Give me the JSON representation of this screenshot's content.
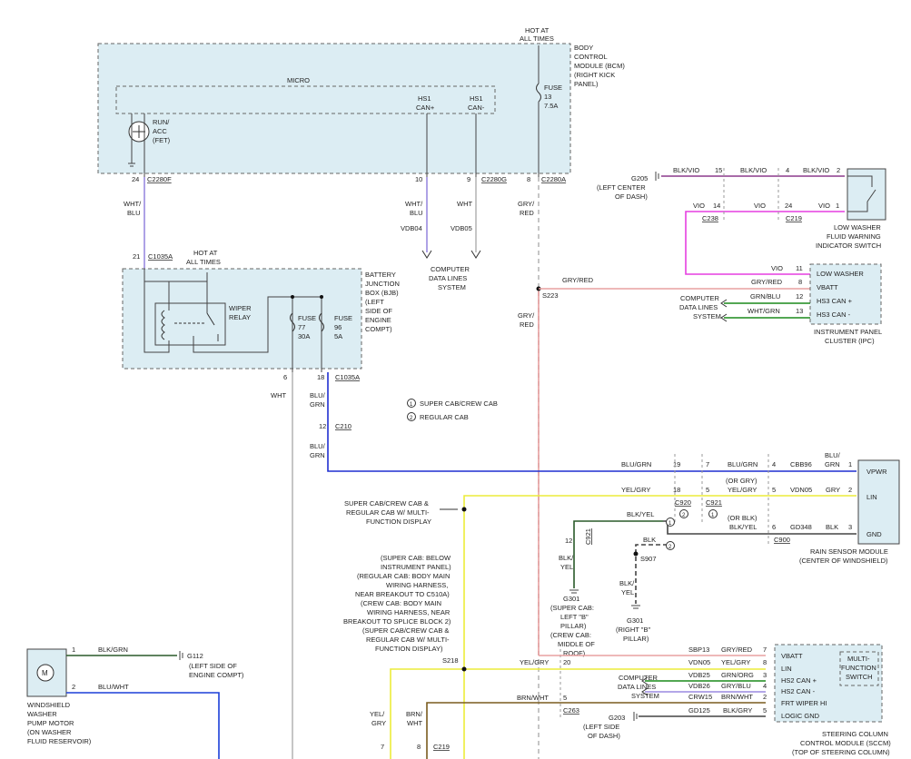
{
  "bcm": {
    "hot_line1": "HOT AT",
    "hot_line2": "ALL TIMES",
    "name1": "BODY",
    "name2": "CONTROL",
    "name3": "MODULE (BCM)",
    "name4": "(RIGHT KICK",
    "name5": "PANEL)",
    "micro": "MICRO",
    "run1": "RUN/",
    "run2": "ACC",
    "run3": "(FET)",
    "hs1p1": "HS1",
    "hs1p2": "CAN+",
    "hs1m1": "HS1",
    "hs1m2": "CAN-",
    "fuse1": "FUSE",
    "fuse2": "13",
    "fuse3": "7.5A",
    "pin24": "24",
    "c2280f": "C2280F",
    "pin10": "10",
    "pin9": "9",
    "c2280g": "C2280G",
    "pin8": "8",
    "c2280a": "C2280A"
  },
  "wires_top": {
    "wht_blu1": "WHT/",
    "wht_blu2": "BLU",
    "wht_blu3": "WHT/",
    "wht_blu4": "BLU",
    "vdb04": "VDB04",
    "wht": "WHT",
    "vdb05": "VDB05",
    "gry_red1": "GRY/",
    "gry_red2": "RED",
    "cdl1": "COMPUTER",
    "cdl2": "DATA LINES",
    "cdl3": "SYSTEM"
  },
  "bjb": {
    "pin21": "21",
    "c1035a": "C1035A",
    "hot1": "HOT AT",
    "hot2": "ALL TIMES",
    "name1": "BATTERY",
    "name2": "JUNCTION",
    "name3": "BOX (BJB)",
    "name4": "(LEFT",
    "name5": "SIDE OF",
    "name6": "ENGINE",
    "name7": "COMPT)",
    "relay1": "WIPER",
    "relay2": "RELAY",
    "fa1": "FUSE",
    "fa2": "77",
    "fa3": "30A",
    "fb1": "FUSE",
    "fb2": "96",
    "fb3": "5A",
    "pin6": "6",
    "pin18": "18",
    "c1035a_b": "C1035A"
  },
  "mid": {
    "wht": "WHT",
    "blu_grn1": "BLU/",
    "blu_grn2": "GRN",
    "pin12": "12",
    "c210": "C210",
    "blu_grn3": "BLU/",
    "blu_grn4": "GRN",
    "legend1_num": "1",
    "legend1": "SUPER CAB/CREW CAB",
    "legend2_num": "2",
    "legend2": "REGULAR CAB",
    "s223": "S223",
    "gry_red_s223": "GRY/RED",
    "gry_red3": "GRY/",
    "gry_red4": "RED"
  },
  "washer_switch": {
    "g205": "G205",
    "g205_1": "(LEFT CENTER",
    "g205_2": "OF DASH)",
    "blk_vio_a": "BLK/VIO",
    "pin15": "15",
    "blk_vio_b": "BLK/VIO",
    "pin4": "4",
    "blk_vio_c": "BLK/VIO",
    "pin2": "2",
    "vio_a": "VIO",
    "pin14": "14",
    "c238": "C238",
    "vio_b": "VIO",
    "pin24": "24",
    "c219": "C219",
    "vio_c": "VIO",
    "pin1": "1",
    "name1": "LOW WASHER",
    "name2": "FLUID WARNING",
    "name3": "INDICATOR SWITCH"
  },
  "ipc": {
    "vio": "VIO",
    "pin11": "11",
    "gry_red": "GRY/RED",
    "pin8": "8",
    "grn_blu": "GRN/BLU",
    "pin12": "12",
    "wht_grn": "WHT/GRN",
    "pin13": "13",
    "cdl1": "COMPUTER",
    "cdl2": "DATA LINES",
    "cdl3": "SYSTEM",
    "low": "LOW WASHER",
    "vbatt": "VBATT",
    "hs3p": "HS3 CAN +",
    "hs3m": "HS3 CAN -",
    "name1": "INSTRUMENT PANEL",
    "name2": "CLUSTER (IPC)"
  },
  "rain": {
    "blu_grn_a": "BLU/GRN",
    "pin19": "19",
    "pin7": "7",
    "blu_grn_b": "BLU/GRN",
    "pin4": "4",
    "cbb96": "CBB96",
    "blu_grn_c1": "BLU/",
    "blu_grn_c2": "GRN",
    "pin1": "1",
    "vpwr": "VPWR",
    "yel_gry_a": "YEL/GRY",
    "pin18": "18",
    "pin5": "5",
    "or_gry": "(OR GRY)",
    "yel_gry_b": "YEL/GRY",
    "pin5b": "5",
    "vdn05": "VDN05",
    "gry": "GRY",
    "pin2": "2",
    "lin": "LIN",
    "c920": "C920",
    "c921": "C921",
    "c2": "2",
    "c1": "1",
    "blk_yel_a": "BLK/YEL",
    "or_blk": "(OR BLK)",
    "blk_yel_b": "BLK/YEL",
    "pin6": "6",
    "gd348": "GD348",
    "blk": "BLK",
    "pin3": "3",
    "gnd": "GND",
    "c900": "C900",
    "name1": "RAIN SENSOR MODULE",
    "name2": "(CENTER OF WINDSHIELD)",
    "m1": "1",
    "m2": "2",
    "blk2": "BLK",
    "s907": "S907",
    "pin12": "12",
    "c921v": "C921",
    "blk_yel_v1": "BLK/",
    "blk_yel_v2": "YEL",
    "blk_yel_v3": "BLK/",
    "blk_yel_v4": "YEL",
    "g301a": "G301",
    "g301a1": "(SUPER CAB:",
    "g301a2": "LEFT \"B\"",
    "g301a3": "PILLAR)",
    "g301a4": "(CREW CAB:",
    "g301a5": "MIDDLE OF",
    "g301a6": "ROOF)",
    "g301b": "G301",
    "g301b1": "(RIGHT \"B\"",
    "g301b2": "PILLAR)"
  },
  "notes": {
    "super1": "SUPER CAB/CREW CAB &",
    "super2": "REGULAR CAB W/ MULTI-",
    "super3": "FUNCTION DISPLAY",
    "n1": "(SUPER CAB: BELOW",
    "n2": "INSTRUMENT PANEL)",
    "n3": "(REGULAR CAB: BODY MAIN",
    "n4": "WIRING HARNESS,",
    "n5": "NEAR BREAKOUT TO C510A)",
    "n6": "(CREW CAB: BODY MAIN",
    "n7": "WIRING HARNESS, NEAR",
    "n8": "BREAKOUT TO SPLICE BLOCK 2)",
    "n9": "(SUPER CAB/CREW CAB &",
    "n10": "REGULAR CAB W/ MULTI-",
    "n11": "FUNCTION DISPLAY)",
    "s218": "S218"
  },
  "sccm": {
    "yel_gry": "YEL/GRY",
    "pin20": "20",
    "sbp13": "SBP13",
    "gry_red": "GRY/RED",
    "p7": "7",
    "vdn05": "VDN05",
    "yel_gry2": "YEL/GRY",
    "p8": "8",
    "vdb25": "VDB25",
    "grn_org": "GRN/ORG",
    "p3": "3",
    "vdb26": "VDB26",
    "gry_blu": "GRY/BLU",
    "p4": "4",
    "crw15": "CRW15",
    "brn_wht": "BRN/WHT",
    "p2": "2",
    "gd125": "GD125",
    "blk_gry": "BLK/GRY",
    "p5": "5",
    "cdl1": "COMPUTER",
    "cdl2": "DATA LINES",
    "cdl3": "SYSTEM",
    "brn_wht2": "BRN/WHT",
    "pin5": "5",
    "c263": "C263",
    "g203": "G203",
    "g203_1": "(LEFT SIDE",
    "g203_2": "OF DASH)",
    "vbatt": "VBATT",
    "lin": "LIN",
    "hs2p": "HS2 CAN +",
    "hs2m": "HS2 CAN -",
    "frt": "FRT WIPER HI",
    "logic": "LOGIC GND",
    "mfs1": "MULTI-",
    "mfs2": "FUNCTION",
    "mfs3": "SWITCH",
    "name1": "STEERING COLUMN",
    "name2": "CONTROL MODULE (SCCM)",
    "name3": "(TOP OF STEERING COLUMN)",
    "yel_gry_v1": "YEL/",
    "yel_gry_v2": "GRY",
    "brn_wht_v1": "BRN/",
    "brn_wht_v2": "WHT",
    "pin7": "7",
    "pin8": "8",
    "c219": "C219"
  },
  "pump": {
    "pin1": "1",
    "blk_grn": "BLK/GRN",
    "g112": "G112",
    "g112_1": "(LEFT SIDE OF",
    "g112_2": "ENGINE COMPT)",
    "pin2": "2",
    "blu_wht": "BLU/WHT",
    "name1": "WINDSHIELD",
    "name2": "WASHER",
    "name3": "PUMP MOTOR",
    "name4": "(ON WASHER",
    "name5": "FLUID RESERVOIR)"
  },
  "colors": {
    "gry_red": "#e8a0a0",
    "blu_grn": "#1f2fd0",
    "yel": "#ecec3a",
    "vio": "#e63fe0",
    "blk_vio": "#8b3a8b",
    "grn": "#1a8a1a",
    "blk_gry": "#444444",
    "brn": "#7a5c1e",
    "blu_wht": "#1c3fd8",
    "blk_grn": "#2a5a2a",
    "wht": "#b8b8b8",
    "wht_blu": "#9a8ae0"
  }
}
